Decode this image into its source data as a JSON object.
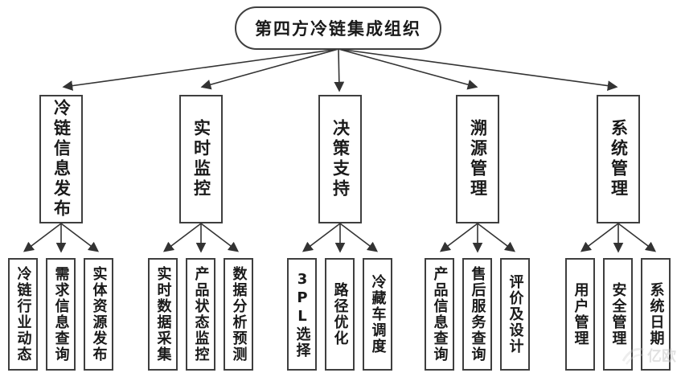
{
  "root": {
    "label": "第四方冷链集成组织"
  },
  "branches": [
    {
      "label": "冷链信息发布",
      "children": [
        "冷链行业动态",
        "需求信息查询",
        "实体资源发布"
      ]
    },
    {
      "label": "实时监控",
      "children": [
        "实时数据采集",
        "产品状态监控",
        "数据分析预测"
      ]
    },
    {
      "label": "决策支持",
      "children": [
        "3PL选择",
        "路径优化",
        "冷藏车调度"
      ]
    },
    {
      "label": "溯源管理",
      "children": [
        "产品信息查询",
        "售后服务查询",
        "评价及设计"
      ]
    },
    {
      "label": "系统管理",
      "children": [
        "用户管理",
        "安全管理",
        "系统日期"
      ]
    }
  ],
  "watermark": "亿欧",
  "colors": {
    "background": "#ffffff",
    "border": "#3f3f3f",
    "line": "#333333",
    "text": "#1a1a1a",
    "watermark": "#c9c9c9"
  }
}
